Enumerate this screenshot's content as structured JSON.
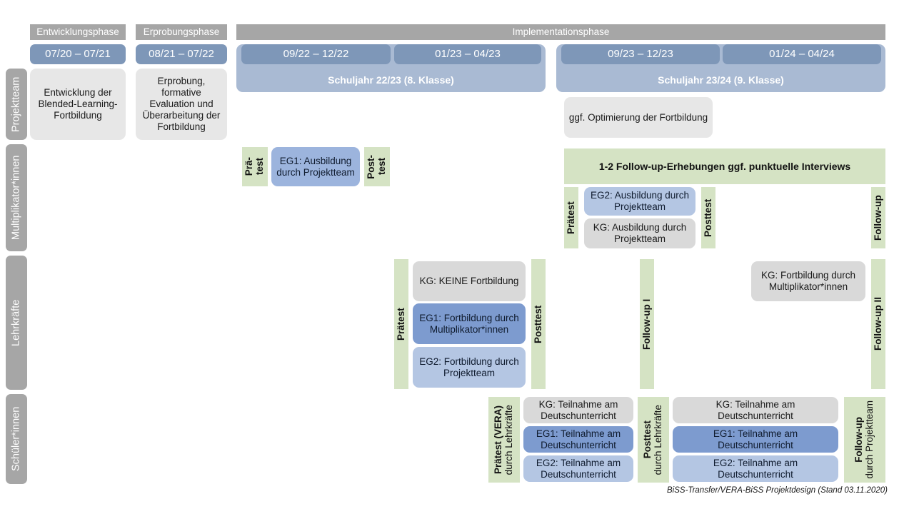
{
  "footer": {
    "note": "BiSS-Transfer/VERA-BiSS Projektdesign (Stand 03.11.2020)"
  },
  "colors": {
    "phase_gray": "#a6a6a6",
    "period_blue": "#7e97b8",
    "schoolyear_blue": "#a9bad3",
    "green": "#d5e3c4",
    "card_gray": "#e7e7e7",
    "card_gray_dark": "#d9d9d9",
    "eg1_blue": "#7d9bcf",
    "eg1_blue_mid": "#9cb4dd",
    "eg2_blue": "#b4c6e3"
  },
  "phases": [
    {
      "label": "Entwicklungsphase"
    },
    {
      "label": "Erprobungsphase"
    },
    {
      "label": "Implementationsphase"
    }
  ],
  "periods": [
    {
      "label": "07/20 – 07/21"
    },
    {
      "label": "08/21 – 07/22"
    },
    {
      "label": "09/22 – 12/22"
    },
    {
      "label": "01/23 – 04/23"
    },
    {
      "label": "09/23 – 12/23"
    },
    {
      "label": "01/24 – 04/24"
    }
  ],
  "school_years": [
    {
      "label": "Schuljahr 22/23 (8. Klasse)"
    },
    {
      "label": "Schuljahr 23/24 (9. Klasse)"
    }
  ],
  "rows": [
    {
      "label": "Projektteam"
    },
    {
      "label": "Multiplikator*innen"
    },
    {
      "label": "Lehrkräfte"
    },
    {
      "label": "Schüler*innen"
    }
  ],
  "projektteam": {
    "entwicklung": "Entwicklung der Blended-Learning-Fortbildung",
    "erprobung": "Erprobung, formative Evaluation und Überarbeitung der Fortbildung",
    "optimierung": "ggf. Optimierung der Fortbildung"
  },
  "multiplikatoren": {
    "praetest_line1": "Prä-",
    "praetest_line2": "test",
    "posttest_line1": "Post-",
    "posttest_line2": "test",
    "eg1": "EG1: Ausbildung durch Projektteam",
    "followup_band": "1-2 Follow-up-Erhebungen ggf. punktuelle Interviews",
    "praetest2": "Prätest",
    "posttest2": "Posttest",
    "eg2": "EG2: Ausbildung durch Projektteam",
    "kg": "KG: Ausbildung durch Projektteam",
    "followup": "Follow-up"
  },
  "lehrkraefte": {
    "praetest": "Prätest",
    "posttest": "Posttest",
    "kg_keine": "KG:  KEINE Fortbildung",
    "eg1": "EG1: Fortbildung durch Multiplikator*innen",
    "eg2": "EG2: Fortbildung durch Projektteam",
    "followup1": "Follow-up I",
    "kg_fortbildung": "KG: Fortbildung durch Multiplikator*innen",
    "followup2": "Follow-up II"
  },
  "schueler": {
    "praetest_main": "Prätest (VERA)",
    "praetest_sub": "durch Lehrkräfte",
    "posttest_main": "Posttest",
    "posttest_sub": "durch Lehrkräfte",
    "followup_main": "Follow-up",
    "followup_sub": "durch Projektteam",
    "left_kg": "KG: Teilnahme am Deutschunterricht",
    "left_eg1": "EG1: Teilnahme am Deutschunterricht",
    "left_eg2": "EG2: Teilnahme am Deutschunterricht",
    "right_kg": "KG: Teilnahme am Deutschunterricht",
    "right_eg1": "EG1: Teilnahme am Deutschunterricht",
    "right_eg2": "EG2: Teilnahme am Deutschunterricht"
  }
}
